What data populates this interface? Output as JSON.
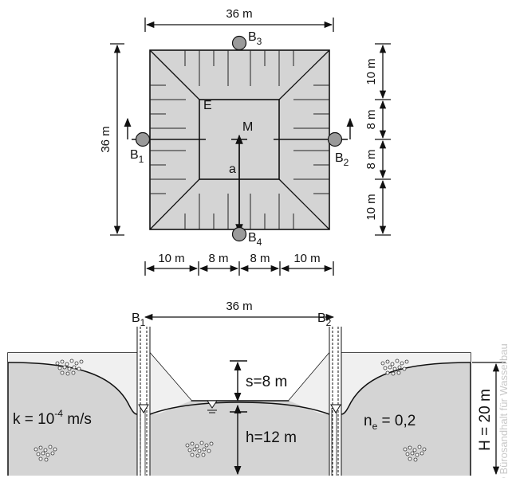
{
  "plan": {
    "width_label": "36 m",
    "height_label": "36 m",
    "center_label": "M",
    "corner_label": "E",
    "radius_label": "a",
    "right_dims": [
      "10 m",
      "8 m",
      "8 m",
      "10 m"
    ],
    "bottom_dims": [
      "10 m",
      "8 m",
      "8 m",
      "10 m"
    ],
    "wells": [
      {
        "letter": "B",
        "index": "3"
      },
      {
        "letter": "B",
        "index": "1"
      },
      {
        "letter": "B",
        "index": "2"
      },
      {
        "letter": "B",
        "index": "4"
      }
    ]
  },
  "section": {
    "width_label": "36 m",
    "drawdown_label": "s=8 m",
    "head_label": "h=12 m",
    "total_label": "H = 20 m",
    "k_label_main": "k = 10",
    "k_exponent": "-4",
    "k_unit": " m/s",
    "ne_letter": "n",
    "ne_sub": "e",
    "ne_value": " = 0,2",
    "well_left": {
      "letter": "B",
      "index": "1"
    },
    "well_right": {
      "letter": "B",
      "index": "2"
    }
  },
  "watermark": "© Bürosandhalt für Wasserbau",
  "colors": {
    "fill": "#d4d4d4",
    "stroke": "#111111",
    "well": "#9a9a9a"
  }
}
